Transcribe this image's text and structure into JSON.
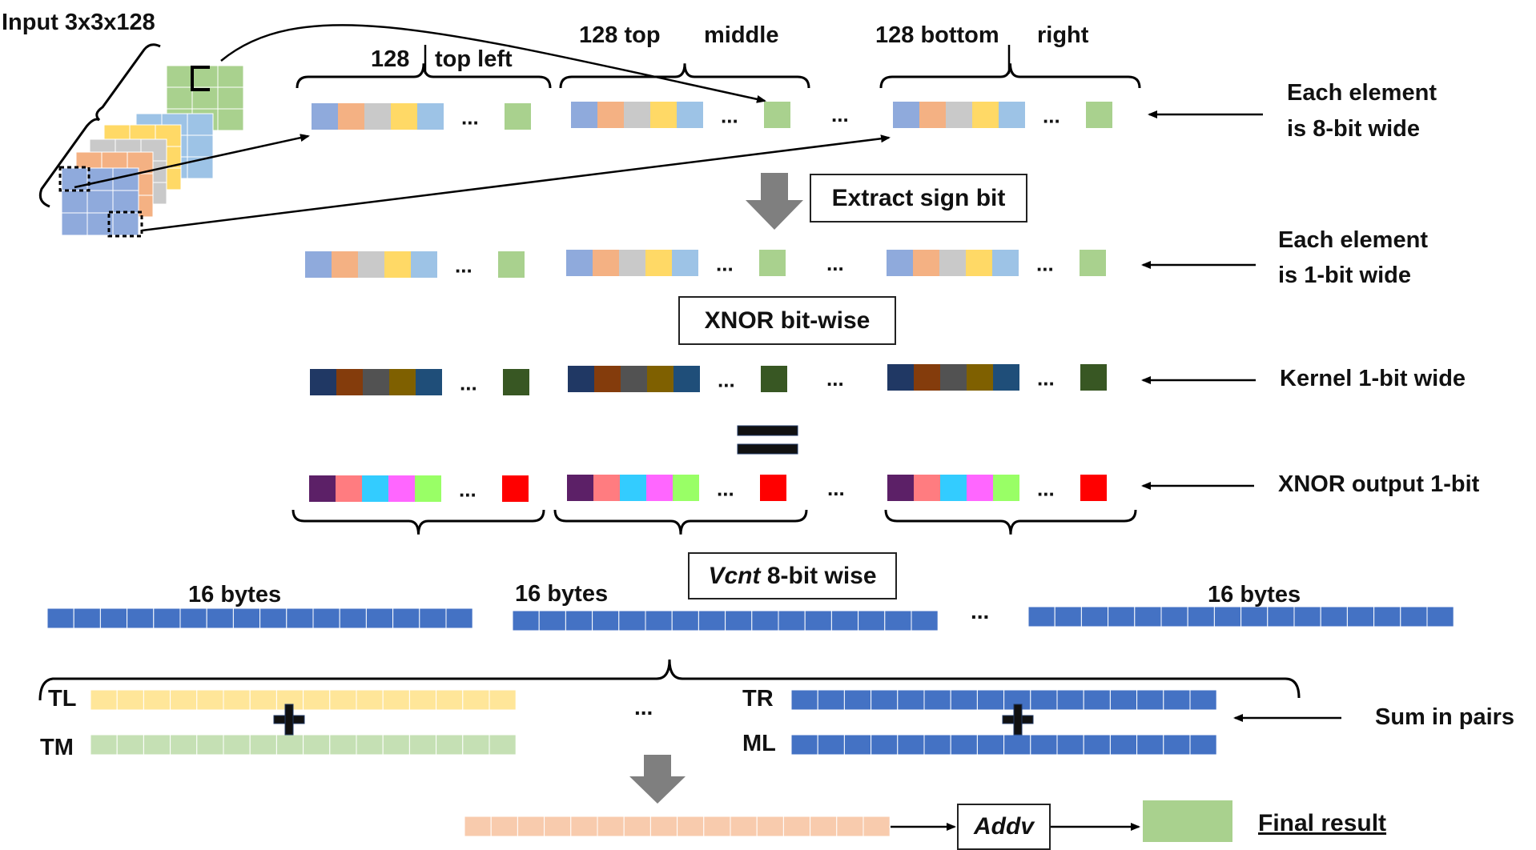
{
  "labels": {
    "input": "Input 3x3x128",
    "n128_a": "128",
    "top_left": "top left",
    "n128_top": "128  top",
    "middle": "middle",
    "n128_bottom": "128 bottom",
    "right": "right",
    "each_8bit_1": "Each element",
    "each_8bit_2": "is 8-bit wide",
    "each_1bit_1": "Each element",
    "each_1bit_2": "is 1-bit wide",
    "kernel": "Kernel 1-bit wide",
    "xnor_output": "XNOR output 1-bit",
    "bytes_1": "16 bytes",
    "bytes_2": "16 bytes",
    "bytes_3": "16 bytes",
    "tl": "TL",
    "tm": "TM",
    "tr": "TR",
    "ml": "ML",
    "sum_pairs": "Sum in pairs",
    "final_result": "Final result",
    "ellipsis": "..."
  },
  "boxes": {
    "extract": "Extract sign bit",
    "xnor": "XNOR bit-wise",
    "vcnt_italic": "Vcnt",
    "vcnt_rest": " 8-bit wise",
    "addv": "Addv"
  },
  "colors": {
    "input_palette": [
      "#8faadc",
      "#f4b183",
      "#c9c9c9",
      "#ffd966",
      "#9dc3e6"
    ],
    "input_last": "#a9d18e",
    "kernel_palette": [
      "#203864",
      "#843c0c",
      "#525252",
      "#7f6000",
      "#1f4e79"
    ],
    "kernel_last": "#385723",
    "xnor_palette": [
      "#5c2067",
      "#ff7c80",
      "#33ccff",
      "#ff66ff",
      "#99ff66"
    ],
    "xnor_last": "#ff0000",
    "bytes_blue": "#4472c4",
    "tl_yellow": "#ffe699",
    "tm_green": "#c5e0b4",
    "sum_peach": "#f8cbad",
    "result_green": "#a9d18e",
    "arrow_gray": "#7f7f7f"
  }
}
